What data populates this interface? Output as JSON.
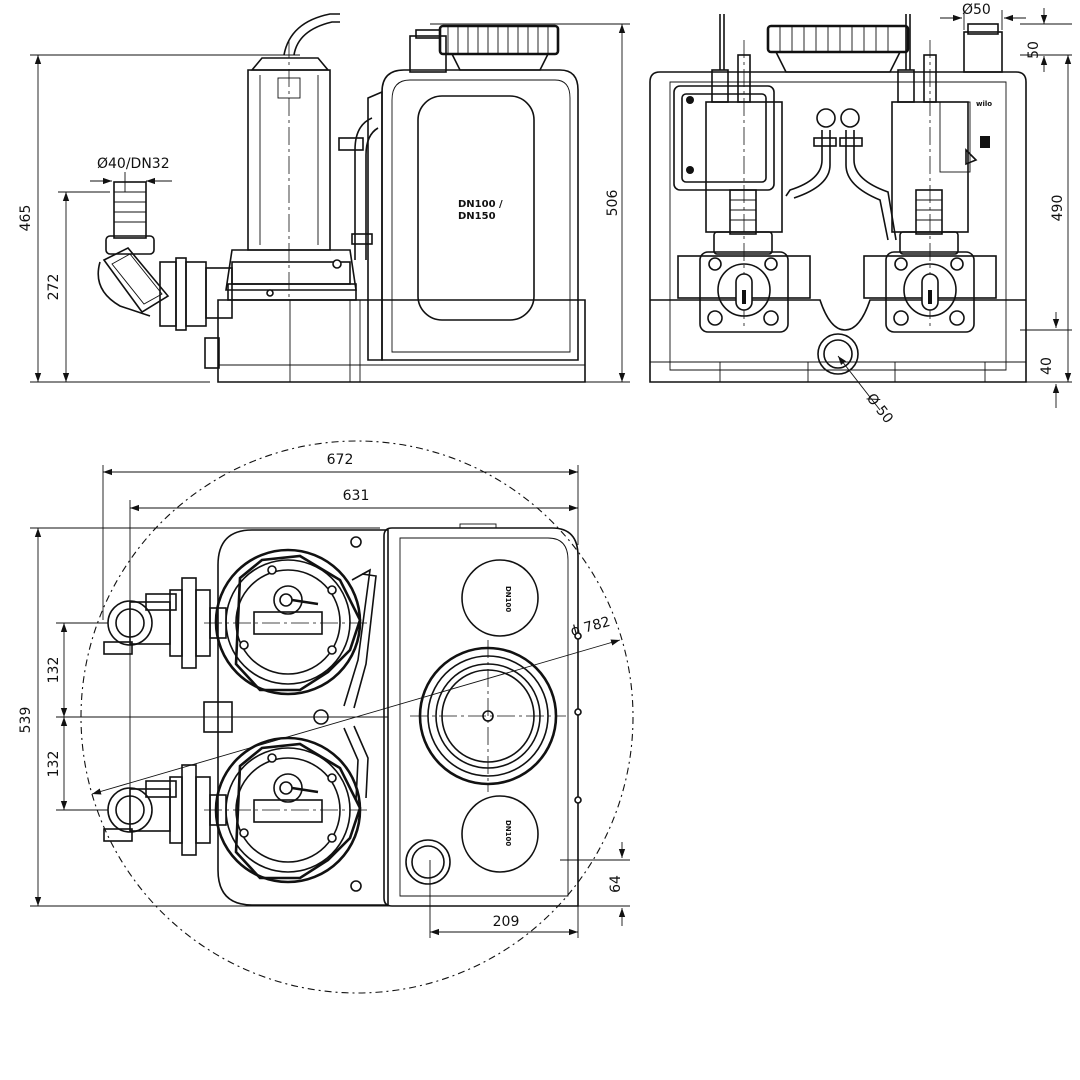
{
  "side_view": {
    "inlet_label": "Ø40/DN32",
    "dim_overall_height": "465",
    "dim_inlet_height": "272",
    "dim_tank_height": "506",
    "tank_label_1": "DN100 /",
    "tank_label_2": "DN150"
  },
  "front_view": {
    "dim_top_diameter": "Ø50",
    "dim_top_height": "50",
    "dim_height": "490",
    "dim_bottom_height": "40",
    "dim_bottom_diameter": "Ø 50",
    "brand": "wilo"
  },
  "top_view": {
    "dim_overall_width": "672",
    "dim_width": "631",
    "dim_depth": "539",
    "dim_spacing_upper": "132",
    "dim_spacing_lower": "132",
    "dim_diameter": "ϕ 782",
    "dim_offset": "64",
    "dim_outlet_pos": "209",
    "port_label_upper": "DN100",
    "port_label_lower": "DN100"
  }
}
